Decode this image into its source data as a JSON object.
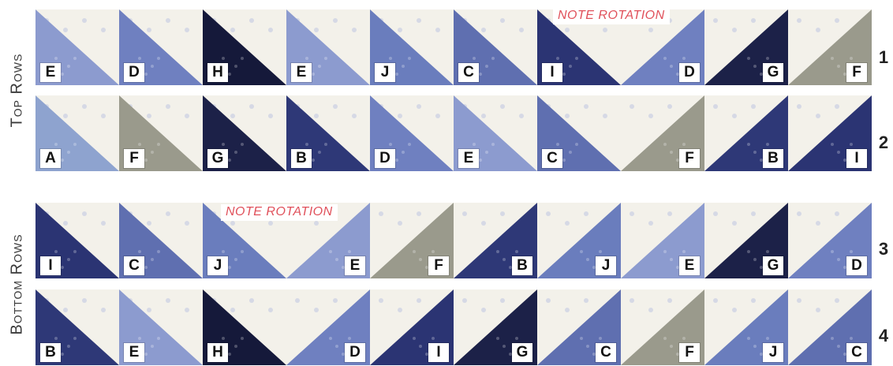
{
  "top_section": {
    "label": "Top Rows",
    "note": "NOTE ROTATION",
    "rows": [
      {
        "number": "1",
        "blocks": [
          {
            "letter": "E",
            "dark": "up"
          },
          {
            "letter": "D",
            "dark": "up"
          },
          {
            "letter": "H",
            "dark": "up"
          },
          {
            "letter": "E",
            "dark": "up"
          },
          {
            "letter": "J",
            "dark": "up"
          },
          {
            "letter": "C",
            "dark": "up"
          },
          {
            "letter": "I",
            "dark": "up"
          },
          {
            "letter": "D",
            "dark": "up_left"
          },
          {
            "letter": "G",
            "dark": "up_left"
          },
          {
            "letter": "F",
            "dark": "up_left"
          }
        ]
      },
      {
        "number": "2",
        "blocks": [
          {
            "letter": "A",
            "dark": "up"
          },
          {
            "letter": "F",
            "dark": "up"
          },
          {
            "letter": "G",
            "dark": "up"
          },
          {
            "letter": "B",
            "dark": "up"
          },
          {
            "letter": "D",
            "dark": "up"
          },
          {
            "letter": "E",
            "dark": "up"
          },
          {
            "letter": "C",
            "dark": "up"
          },
          {
            "letter": "F",
            "dark": "up_left"
          },
          {
            "letter": "B",
            "dark": "up_left"
          },
          {
            "letter": "I",
            "dark": "up_left"
          }
        ]
      }
    ]
  },
  "bottom_section": {
    "label": "Bottom Rows",
    "note": "NOTE ROTATION",
    "rows": [
      {
        "number": "3",
        "blocks": [
          {
            "letter": "I",
            "dark": "up"
          },
          {
            "letter": "C",
            "dark": "up"
          },
          {
            "letter": "J",
            "dark": "up"
          },
          {
            "letter": "E",
            "dark": "up_left"
          },
          {
            "letter": "F",
            "dark": "up_left"
          },
          {
            "letter": "B",
            "dark": "up_left"
          },
          {
            "letter": "J",
            "dark": "up_left"
          },
          {
            "letter": "E",
            "dark": "up_left"
          },
          {
            "letter": "G",
            "dark": "up_left"
          },
          {
            "letter": "D",
            "dark": "up_left"
          }
        ]
      },
      {
        "number": "4",
        "blocks": [
          {
            "letter": "B",
            "dark": "up"
          },
          {
            "letter": "E",
            "dark": "up"
          },
          {
            "letter": "H",
            "dark": "up"
          },
          {
            "letter": "D",
            "dark": "up_left"
          },
          {
            "letter": "I",
            "dark": "up_left"
          },
          {
            "letter": "G",
            "dark": "up_left"
          },
          {
            "letter": "C",
            "dark": "up_left"
          },
          {
            "letter": "F",
            "dark": "up_left"
          },
          {
            "letter": "J",
            "dark": "up_left"
          },
          {
            "letter": "C",
            "dark": "up_left"
          }
        ]
      }
    ]
  },
  "fabrics": {
    "A": "#8ea3cf",
    "B": "#2e3877",
    "C": "#5f6fb0",
    "D": "#6f80c0",
    "E": "#8c9bcf",
    "F": "#9a9a8c",
    "G": "#1c2148",
    "H": "#15193a",
    "I": "#2b3473",
    "J": "#6a7dbd",
    "light": "#f3f1ea",
    "light_print": "#c9cee2"
  }
}
